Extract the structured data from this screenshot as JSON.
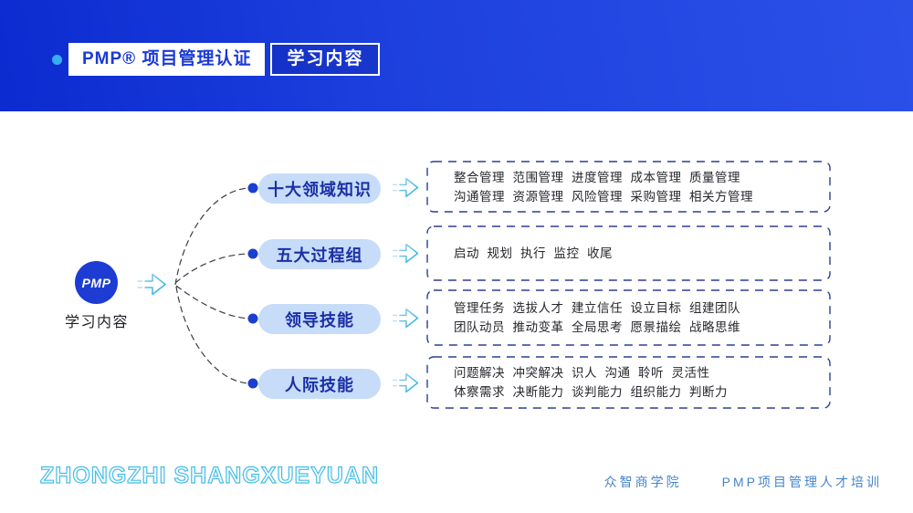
{
  "header": {
    "title": "PMP® 项目管理认证",
    "badge": "学习内容"
  },
  "source": {
    "circle_label": "PMP",
    "caption": "学习内容"
  },
  "branches": [
    {
      "label": "十大领域知识",
      "lines": [
        "整合管理  范围管理  进度管理  成本管理  质量管理",
        "沟通管理  资源管理  风险管理  采购管理  相关方管理"
      ]
    },
    {
      "label": "五大过程组",
      "lines": [
        "启动  规划  执行  监控  收尾"
      ]
    },
    {
      "label": "领导技能",
      "lines": [
        "管理任务  选拔人才  建立信任  设立目标  组建团队",
        "团队动员  推动变革  全局思考  愿景描绘  战略思维"
      ]
    },
    {
      "label": "人际技能",
      "lines": [
        "问题解决  冲突解决  识人  沟通  聆听  灵活性",
        "体察需求  决断能力  谈判能力  组织能力  判断力"
      ]
    }
  ],
  "footer": {
    "watermark": "ZHONGZHI SHANGXUEYUAN",
    "org": "众智商学院",
    "program": "PMP项目管理人才培训"
  },
  "icons": {
    "title_dot": "cyan-dot",
    "flow_arrow": "hollow-right-block-arrow",
    "branch_dot": "blue-connector-dot"
  },
  "colors": {
    "header_gradient_start": "#0c2bd0",
    "header_gradient_end": "#2b50e8",
    "header_title_text": "#1b3ad6",
    "title_dot": "#38aef2",
    "pill_background": "#c6dcf8",
    "pill_text": "#1b2fa6",
    "circle_fill": "#1d3cd4",
    "connector_line": "#3b3b44",
    "connector_dot": "#1b3fd0",
    "dashed_border": "#2c3f94",
    "box_text": "#26262c",
    "watermark_stroke": "#49bde6",
    "footer_text": "#4685cd"
  }
}
